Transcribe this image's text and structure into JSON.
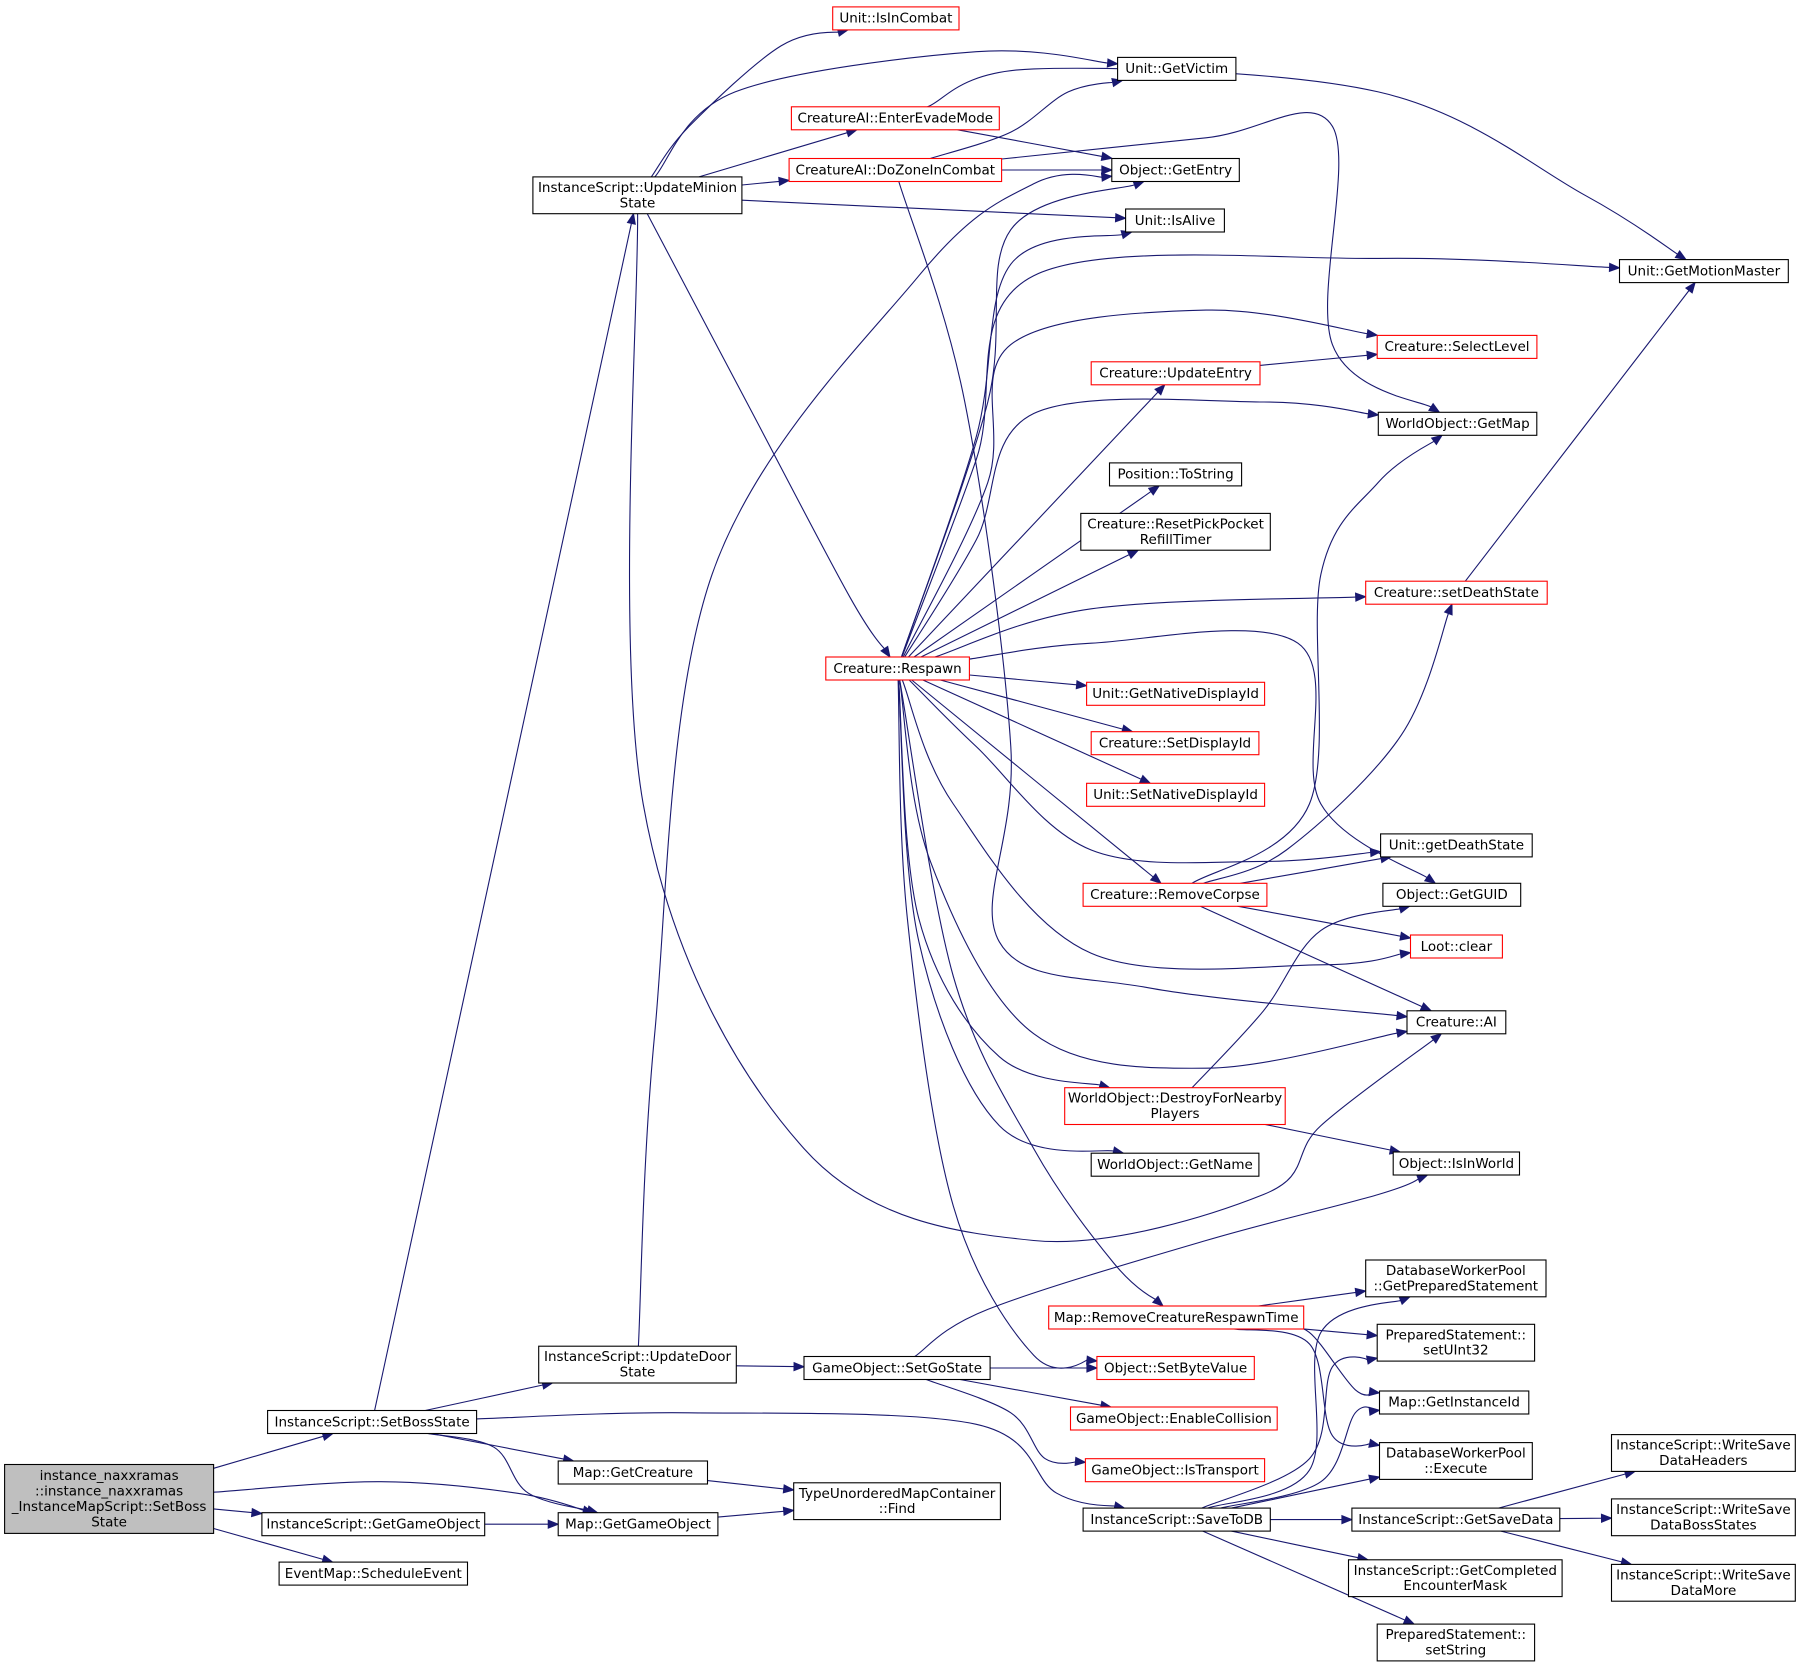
{
  "colors": {
    "edge": "#191970",
    "normal_border": "#000000",
    "red_border": "#ff0000",
    "root_fill": "#bfbfbf",
    "node_fill": "#ffffff"
  },
  "nodes": {
    "root": {
      "lines": [
        "instance_naxxramas",
        "::instance_naxxramas",
        "_InstanceMapScript::SetBoss",
        "State"
      ],
      "style": "root"
    },
    "setBossState": {
      "lines": [
        "InstanceScript::SetBossState"
      ],
      "style": "normal"
    },
    "getGameObjectIS": {
      "lines": [
        "InstanceScript::GetGameObject"
      ],
      "style": "normal"
    },
    "scheduleEvent": {
      "lines": [
        "EventMap::ScheduleEvent"
      ],
      "style": "normal"
    },
    "updateMinionState": {
      "lines": [
        "InstanceScript::UpdateMinion",
        "State"
      ],
      "style": "normal"
    },
    "updateDoorState": {
      "lines": [
        "InstanceScript::UpdateDoor",
        "State"
      ],
      "style": "normal"
    },
    "mapGetCreature": {
      "lines": [
        "Map::GetCreature"
      ],
      "style": "normal"
    },
    "mapGetGameObject": {
      "lines": [
        "Map::GetGameObject"
      ],
      "style": "normal"
    },
    "find": {
      "lines": [
        "TypeUnorderedMapContainer",
        "::Find"
      ],
      "style": "normal"
    },
    "setGoState": {
      "lines": [
        "GameObject::SetGoState"
      ],
      "style": "normal"
    },
    "isInCombat": {
      "lines": [
        "Unit::IsInCombat"
      ],
      "style": "red"
    },
    "enterEvadeMode": {
      "lines": [
        "CreatureAI::EnterEvadeMode"
      ],
      "style": "red"
    },
    "doZoneInCombat": {
      "lines": [
        "CreatureAI::DoZoneInCombat"
      ],
      "style": "red"
    },
    "respawn": {
      "lines": [
        "Creature::Respawn"
      ],
      "style": "red"
    },
    "getVictim": {
      "lines": [
        "Unit::GetVictim"
      ],
      "style": "normal"
    },
    "getEntry": {
      "lines": [
        "Object::GetEntry"
      ],
      "style": "normal"
    },
    "isAlive": {
      "lines": [
        "Unit::IsAlive"
      ],
      "style": "normal"
    },
    "getMotionMaster": {
      "lines": [
        "Unit::GetMotionMaster"
      ],
      "style": "normal"
    },
    "selectLevel": {
      "lines": [
        "Creature::SelectLevel"
      ],
      "style": "red"
    },
    "updateEntry": {
      "lines": [
        "Creature::UpdateEntry"
      ],
      "style": "red"
    },
    "getMap": {
      "lines": [
        "WorldObject::GetMap"
      ],
      "style": "normal"
    },
    "toString": {
      "lines": [
        "Position::ToString"
      ],
      "style": "normal"
    },
    "resetPickPocket": {
      "lines": [
        "Creature::ResetPickPocket",
        "RefillTimer"
      ],
      "style": "normal"
    },
    "setDeathState": {
      "lines": [
        "Creature::setDeathState"
      ],
      "style": "red"
    },
    "getNativeDisplayId": {
      "lines": [
        "Unit::GetNativeDisplayId"
      ],
      "style": "red"
    },
    "setDisplayId": {
      "lines": [
        "Creature::SetDisplayId"
      ],
      "style": "red"
    },
    "setNativeDisplayId": {
      "lines": [
        "Unit::SetNativeDisplayId"
      ],
      "style": "red"
    },
    "getDeathState": {
      "lines": [
        "Unit::getDeathState"
      ],
      "style": "normal"
    },
    "removeCorpse": {
      "lines": [
        "Creature::RemoveCorpse"
      ],
      "style": "red"
    },
    "getGUID": {
      "lines": [
        "Object::GetGUID"
      ],
      "style": "normal"
    },
    "lootClear": {
      "lines": [
        "Loot::clear"
      ],
      "style": "red"
    },
    "creatureAI": {
      "lines": [
        "Creature::AI"
      ],
      "style": "normal"
    },
    "destroyForNearby": {
      "lines": [
        "WorldObject::DestroyForNearby",
        "Players"
      ],
      "style": "red"
    },
    "getName": {
      "lines": [
        "WorldObject::GetName"
      ],
      "style": "normal"
    },
    "isInWorld": {
      "lines": [
        "Object::IsInWorld"
      ],
      "style": "normal"
    },
    "getPreparedStatement": {
      "lines": [
        "DatabaseWorkerPool",
        "::GetPreparedStatement"
      ],
      "style": "normal"
    },
    "removeRespawnTime": {
      "lines": [
        "Map::RemoveCreatureRespawnTime"
      ],
      "style": "red"
    },
    "setUInt32": {
      "lines": [
        "PreparedStatement::",
        "setUInt32"
      ],
      "style": "normal"
    },
    "setByteValue": {
      "lines": [
        "Object::SetByteValue"
      ],
      "style": "red"
    },
    "enableCollision": {
      "lines": [
        "GameObject::EnableCollision"
      ],
      "style": "red"
    },
    "getInstanceId": {
      "lines": [
        "Map::GetInstanceId"
      ],
      "style": "normal"
    },
    "execute": {
      "lines": [
        "DatabaseWorkerPool",
        "::Execute"
      ],
      "style": "normal"
    },
    "isTransport": {
      "lines": [
        "GameObject::IsTransport"
      ],
      "style": "red"
    },
    "saveToDB": {
      "lines": [
        "InstanceScript::SaveToDB"
      ],
      "style": "normal"
    },
    "getSaveData": {
      "lines": [
        "InstanceScript::GetSaveData"
      ],
      "style": "normal"
    },
    "getCompletedMask": {
      "lines": [
        "InstanceScript::GetCompleted",
        "EncounterMask"
      ],
      "style": "normal"
    },
    "setString": {
      "lines": [
        "PreparedStatement::",
        "setString"
      ],
      "style": "normal"
    },
    "writeHeaders": {
      "lines": [
        "InstanceScript::WriteSave",
        "DataHeaders"
      ],
      "style": "normal"
    },
    "writeBossStates": {
      "lines": [
        "InstanceScript::WriteSave",
        "DataBossStates"
      ],
      "style": "normal"
    },
    "writeMore": {
      "lines": [
        "InstanceScript::WriteSave",
        "DataMore"
      ],
      "style": "normal"
    }
  },
  "edges": [
    [
      "root",
      "setBossState"
    ],
    [
      "root",
      "getGameObjectIS"
    ],
    [
      "root",
      "mapGetGameObject"
    ],
    [
      "root",
      "scheduleEvent"
    ],
    [
      "setBossState",
      "updateMinionState"
    ],
    [
      "setBossState",
      "updateDoorState"
    ],
    [
      "setBossState",
      "mapGetCreature"
    ],
    [
      "setBossState",
      "mapGetGameObject"
    ],
    [
      "setBossState",
      "saveToDB"
    ],
    [
      "getGameObjectIS",
      "mapGetGameObject"
    ],
    [
      "updateMinionState",
      "isInCombat"
    ],
    [
      "updateMinionState",
      "getVictim"
    ],
    [
      "updateMinionState",
      "enterEvadeMode"
    ],
    [
      "updateMinionState",
      "doZoneInCombat"
    ],
    [
      "updateMinionState",
      "isAlive"
    ],
    [
      "updateMinionState",
      "respawn"
    ],
    [
      "updateMinionState",
      "creatureAI"
    ],
    [
      "enterEvadeMode",
      "getMotionMaster"
    ],
    [
      "enterEvadeMode",
      "getEntry"
    ],
    [
      "doZoneInCombat",
      "getVictim"
    ],
    [
      "doZoneInCombat",
      "getEntry"
    ],
    [
      "doZoneInCombat",
      "getMap"
    ],
    [
      "doZoneInCombat",
      "creatureAI"
    ],
    [
      "respawn",
      "getEntry"
    ],
    [
      "respawn",
      "isAlive"
    ],
    [
      "respawn",
      "getMotionMaster"
    ],
    [
      "respawn",
      "selectLevel"
    ],
    [
      "respawn",
      "updateEntry"
    ],
    [
      "respawn",
      "getMap"
    ],
    [
      "respawn",
      "toString"
    ],
    [
      "respawn",
      "resetPickPocket"
    ],
    [
      "respawn",
      "setDeathState"
    ],
    [
      "respawn",
      "getGUID"
    ],
    [
      "respawn",
      "getNativeDisplayId"
    ],
    [
      "respawn",
      "setDisplayId"
    ],
    [
      "respawn",
      "setNativeDisplayId"
    ],
    [
      "respawn",
      "getDeathState"
    ],
    [
      "respawn",
      "removeCorpse"
    ],
    [
      "respawn",
      "lootClear"
    ],
    [
      "respawn",
      "creatureAI"
    ],
    [
      "respawn",
      "destroyForNearby"
    ],
    [
      "respawn",
      "getName"
    ],
    [
      "respawn",
      "removeRespawnTime"
    ],
    [
      "respawn",
      "setByteValue"
    ],
    [
      "updateEntry",
      "selectLevel"
    ],
    [
      "setDeathState",
      "getMotionMaster"
    ],
    [
      "removeCorpse",
      "getDeathState"
    ],
    [
      "removeCorpse",
      "setDeathState"
    ],
    [
      "removeCorpse",
      "getMap"
    ],
    [
      "removeCorpse",
      "lootClear"
    ],
    [
      "removeCorpse",
      "creatureAI"
    ],
    [
      "destroyForNearby",
      "getGUID"
    ],
    [
      "destroyForNearby",
      "isInWorld"
    ],
    [
      "updateDoorState",
      "getEntry"
    ],
    [
      "updateDoorState",
      "setGoState"
    ],
    [
      "mapGetCreature",
      "find"
    ],
    [
      "mapGetGameObject",
      "find"
    ],
    [
      "setGoState",
      "isInWorld"
    ],
    [
      "setGoState",
      "setByteValue"
    ],
    [
      "setGoState",
      "enableCollision"
    ],
    [
      "setGoState",
      "isTransport"
    ],
    [
      "removeRespawnTime",
      "getPreparedStatement"
    ],
    [
      "removeRespawnTime",
      "setUInt32"
    ],
    [
      "removeRespawnTime",
      "getInstanceId"
    ],
    [
      "removeRespawnTime",
      "execute"
    ],
    [
      "saveToDB",
      "getPreparedStatement"
    ],
    [
      "saveToDB",
      "setUInt32"
    ],
    [
      "saveToDB",
      "getInstanceId"
    ],
    [
      "saveToDB",
      "execute"
    ],
    [
      "saveToDB",
      "getSaveData"
    ],
    [
      "saveToDB",
      "getCompletedMask"
    ],
    [
      "saveToDB",
      "setString"
    ],
    [
      "getSaveData",
      "writeHeaders"
    ],
    [
      "getSaveData",
      "writeBossStates"
    ],
    [
      "getSaveData",
      "writeMore"
    ]
  ]
}
